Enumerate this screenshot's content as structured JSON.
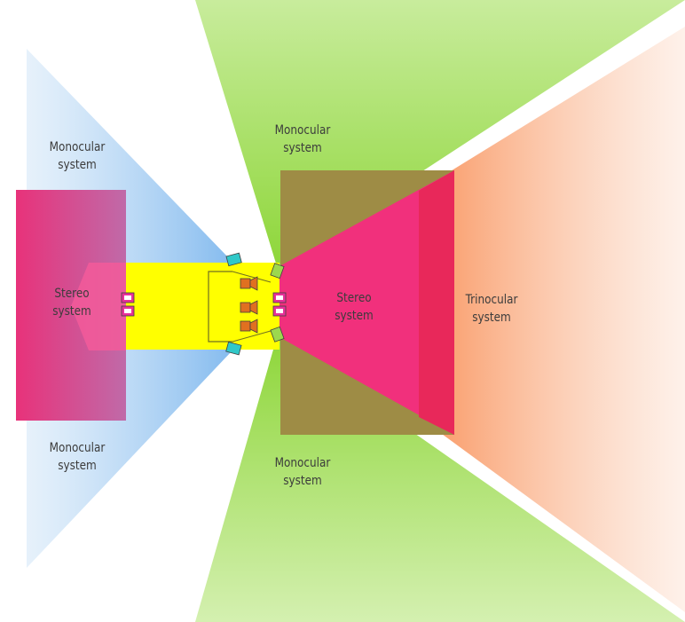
{
  "colors": {
    "monocular_blue": "#b9d8f4",
    "monocular_green": "#9cd84e",
    "stereo_pink": "#f1307c",
    "trinocular_orange": "#fba77a",
    "overlap_olive": "#9e8c45",
    "vehicle_yellow": "#ffff00",
    "camera_pink": "#e8309a",
    "camera_orange": "#e07020",
    "camera_cyan": "#30c8c8",
    "camera_green": "#9cd84e"
  },
  "labels": {
    "mono_left_top": {
      "line1": "Monocular",
      "line2": "system"
    },
    "mono_left_bottom": {
      "line1": "Monocular",
      "line2": "system"
    },
    "mono_center_top": {
      "line1": "Monocular",
      "line2": "system"
    },
    "mono_center_bottom": {
      "line1": "Monocular",
      "line2": "system"
    },
    "stereo_left": {
      "line1": "Stereo",
      "line2": "system"
    },
    "stereo_center": {
      "line1": "Stereo",
      "line2": "system"
    },
    "trinocular": {
      "line1": "Trinocular",
      "line2": "system"
    }
  }
}
